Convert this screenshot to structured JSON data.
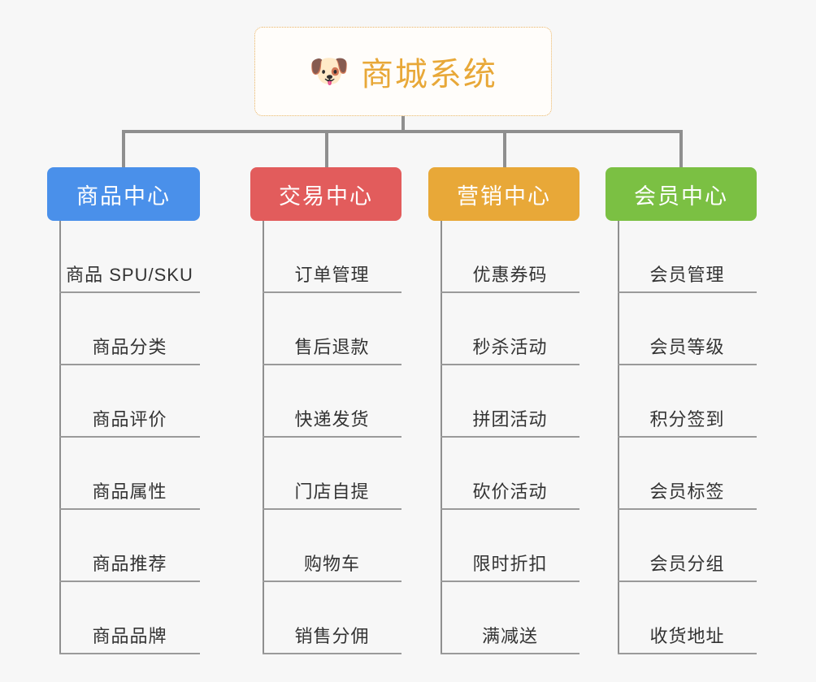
{
  "diagram": {
    "type": "organization-tree",
    "background": "#f7f7f7",
    "root": {
      "icon": "dog-face-icon",
      "icon_glyph": "🐶",
      "title": "商城系统",
      "title_color": "#e8a838",
      "border_color": "#e9b464"
    },
    "connector_color": "#8f8f8f",
    "branches": [
      {
        "label": "商品中心",
        "color": "#4a90ea",
        "items": [
          "商品 SPU/SKU",
          "商品分类",
          "商品评价",
          "商品属性",
          "商品推荐",
          "商品品牌"
        ]
      },
      {
        "label": "交易中心",
        "color": "#e25c5c",
        "items": [
          "订单管理",
          "售后退款",
          "快递发货",
          "门店自提",
          "购物车",
          "销售分佣"
        ]
      },
      {
        "label": "营销中心",
        "color": "#e8a838",
        "items": [
          "优惠券码",
          "秒杀活动",
          "拼团活动",
          "砍价活动",
          "限时折扣",
          "满减送"
        ]
      },
      {
        "label": "会员中心",
        "color": "#7bc043",
        "items": [
          "会员管理",
          "会员等级",
          "积分签到",
          "会员标签",
          "会员分组",
          "收货地址"
        ]
      }
    ]
  }
}
